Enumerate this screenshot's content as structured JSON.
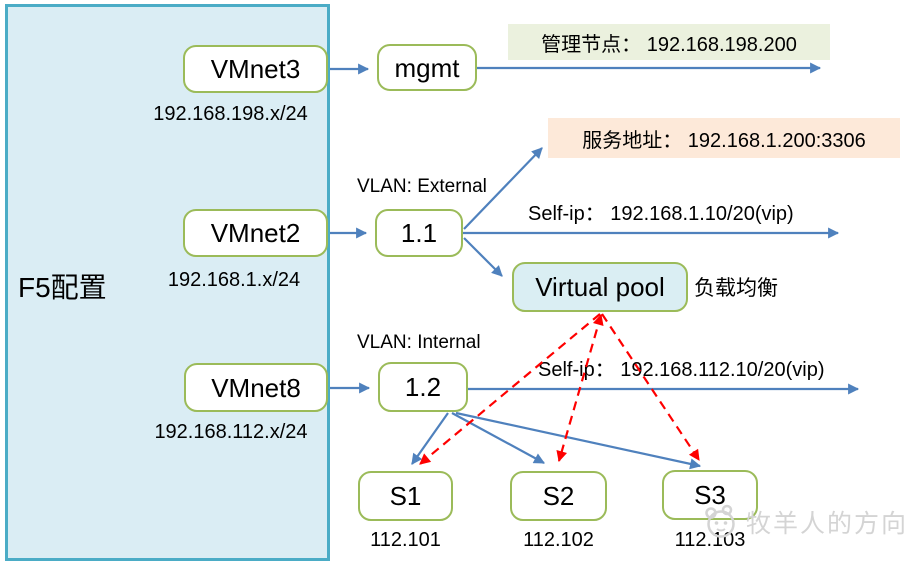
{
  "colors": {
    "arrow-blue": "#4f81bd",
    "line-red": "#fe0000",
    "node-border": "#9bbb59",
    "panel-border": "#4bacc6",
    "panel-fill": "#daedf4",
    "pool-fill": "#daeef3",
    "callout-green-fill": "#ebf1de",
    "callout-orange-fill": "#fde9d9",
    "text-black": "#000000",
    "watermark-gray": "#d4d4d4"
  },
  "diagram": {
    "panel_label": "F5配置",
    "nodes": {
      "vmnet3": "VMnet3",
      "vmnet2": "VMnet2",
      "vmnet8": "VMnet8",
      "mgmt": "mgmt",
      "port_external": "1.1",
      "port_internal": "1.2",
      "virtual_pool": "Virtual pool",
      "s1": "S1",
      "s2": "S2",
      "s3": "S3"
    },
    "subnets": {
      "vmnet3": "192.168.198.x/24",
      "vmnet2": "192.168.1.x/24",
      "vmnet8": "192.168.112.x/24"
    },
    "callouts": {
      "mgmt_node": "管理节点： 192.168.198.200",
      "service_addr": "服务地址： 192.168.1.200:3306"
    },
    "vlan_labels": {
      "external": "VLAN: External",
      "internal": "VLAN: Internal"
    },
    "self_ip_labels": {
      "external": "Self-ip： 192.168.1.10/20(vip)",
      "internal": "Self-ip： 192.168.112.10/20(vip)"
    },
    "load_balance_label": "负载均衡",
    "server_ips": {
      "s1": "112.101",
      "s2": "112.102",
      "s3": "112.103"
    },
    "watermark_text": "牧羊人的方向"
  }
}
